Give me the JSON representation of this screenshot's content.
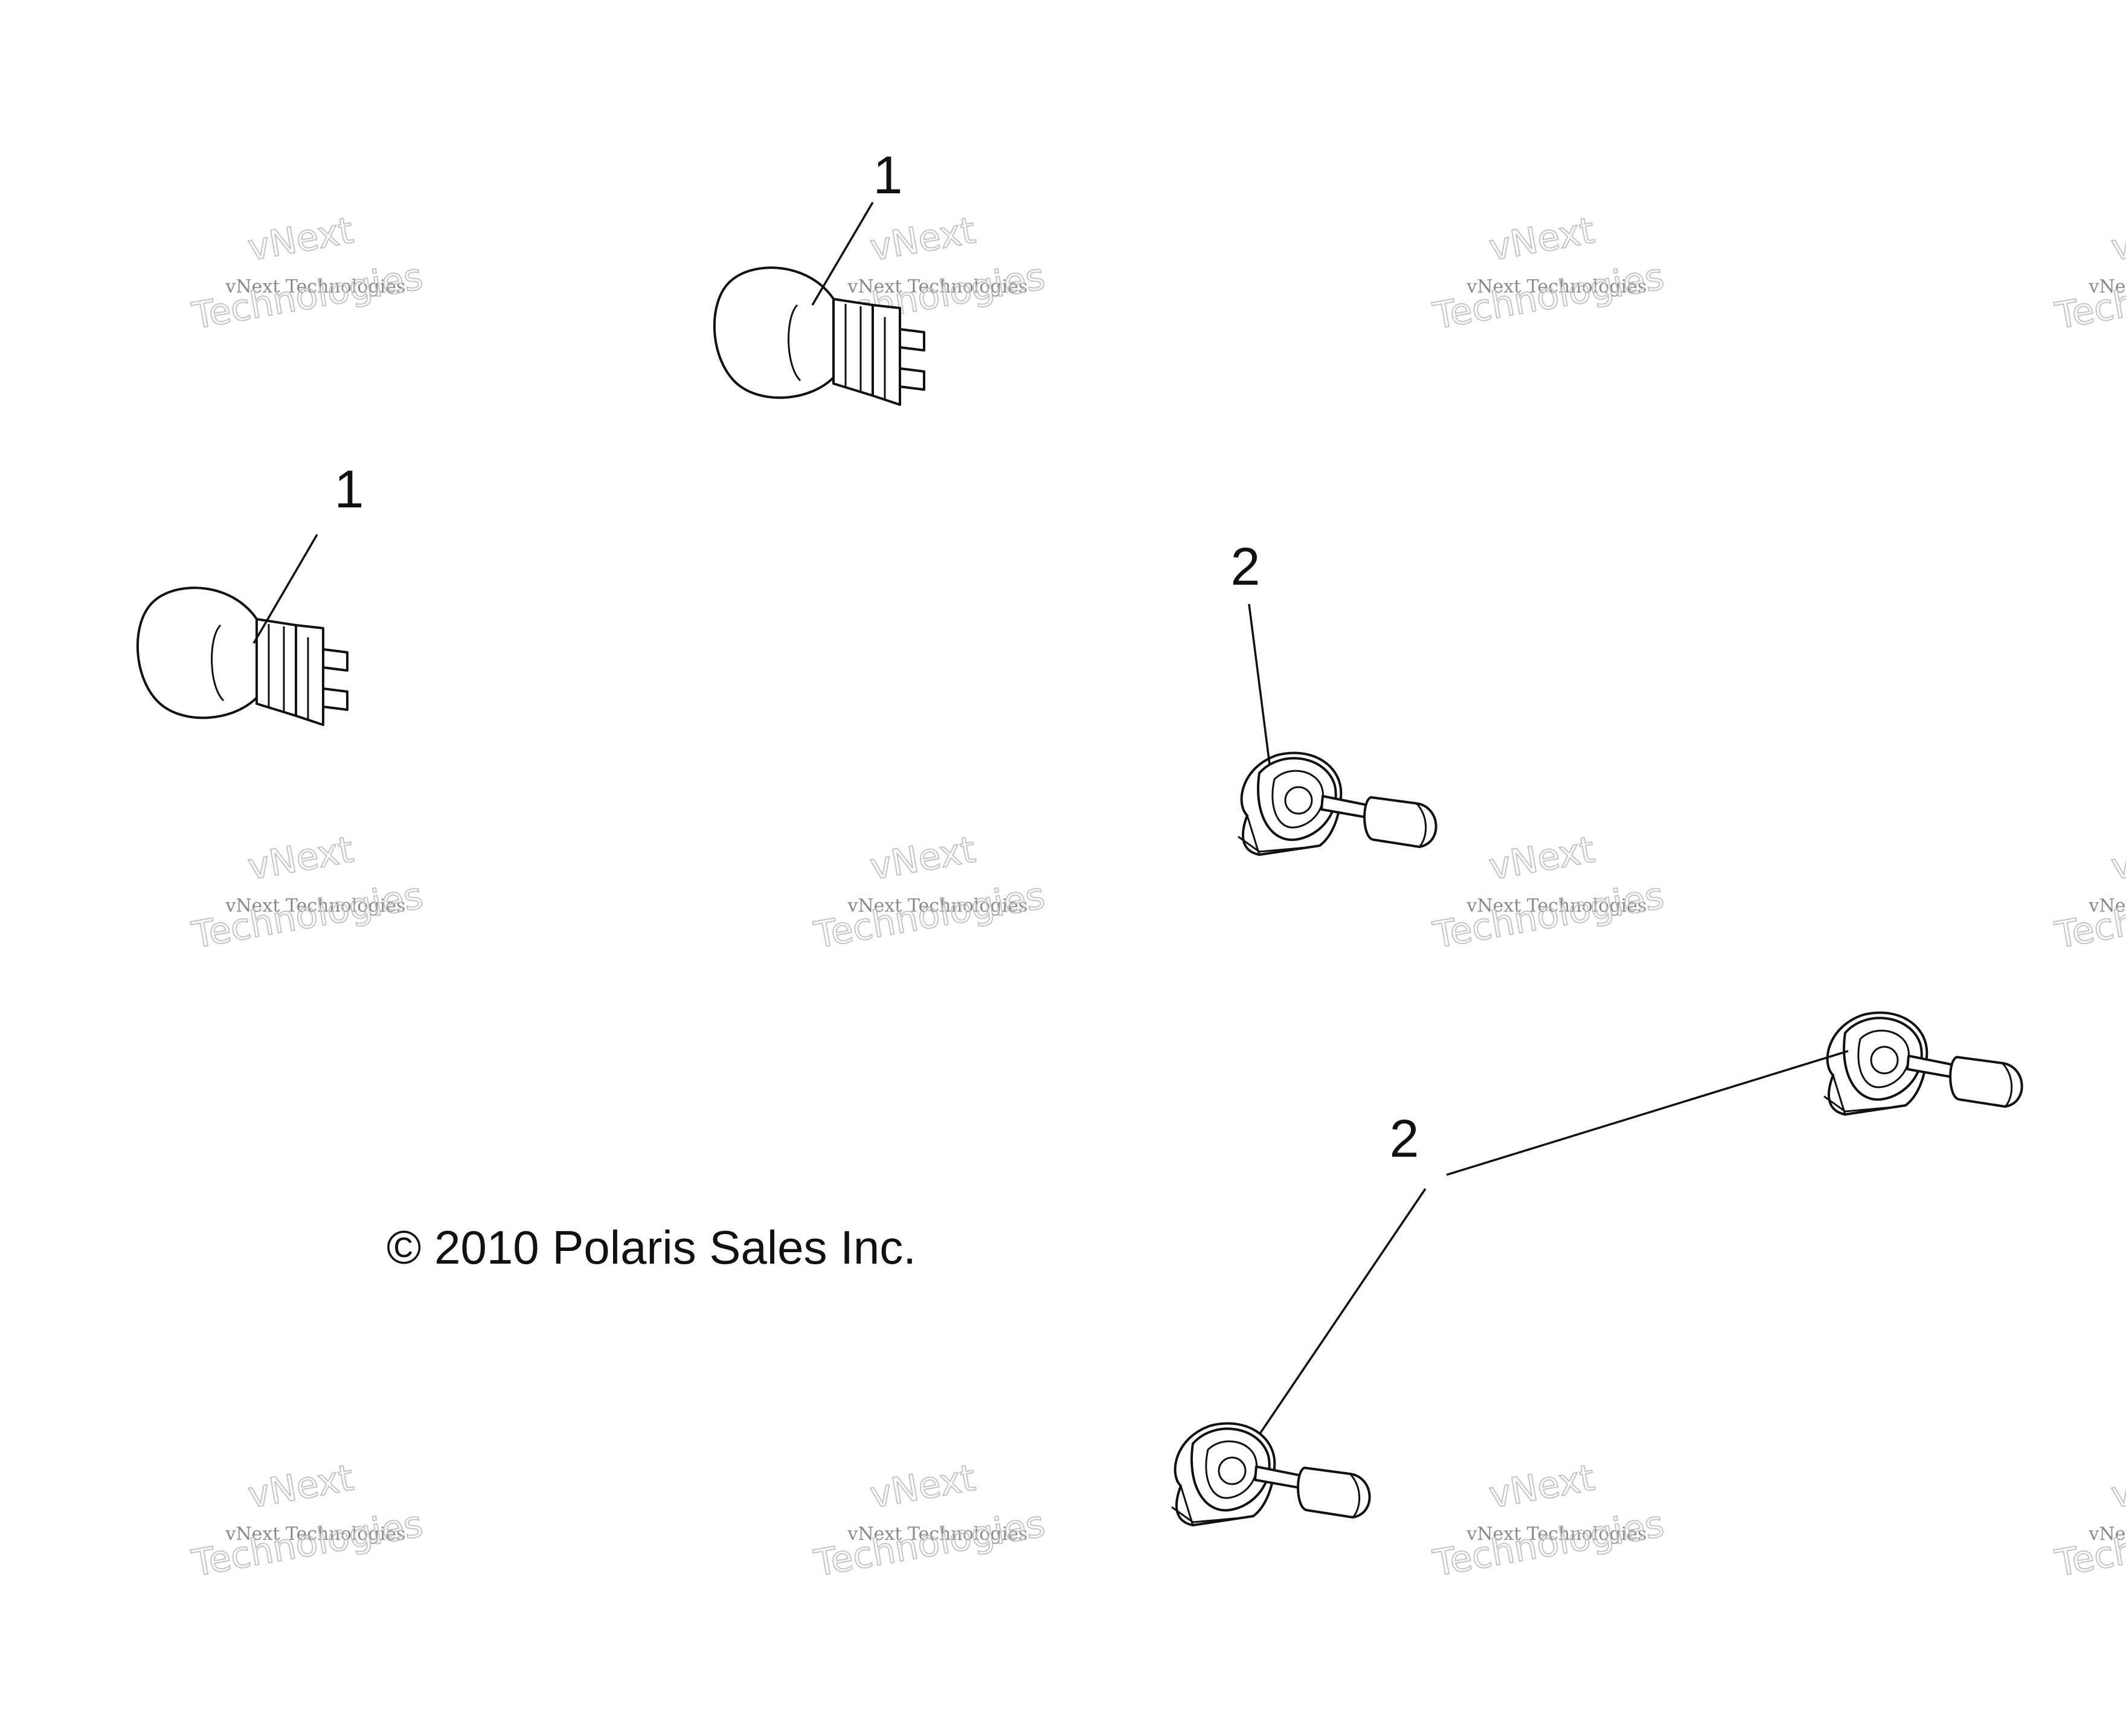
{
  "diagram": {
    "callouts": [
      "1",
      "1",
      "2",
      "2"
    ],
    "copyright": "© 2010 Polaris Sales Inc.",
    "watermark": {
      "line1": "vNext",
      "line2": "vNext Technologies",
      "line3": "Technologies"
    },
    "parts": [
      {
        "callout": "1",
        "icon": "wedge-bulb-icon"
      },
      {
        "callout": "1",
        "icon": "wedge-bulb-icon"
      },
      {
        "callout": "2",
        "icon": "headlight-bulb-icon"
      },
      {
        "callout": "2",
        "icon": "headlight-bulb-icon"
      },
      {
        "callout": "2",
        "icon": "headlight-bulb-icon"
      }
    ]
  }
}
